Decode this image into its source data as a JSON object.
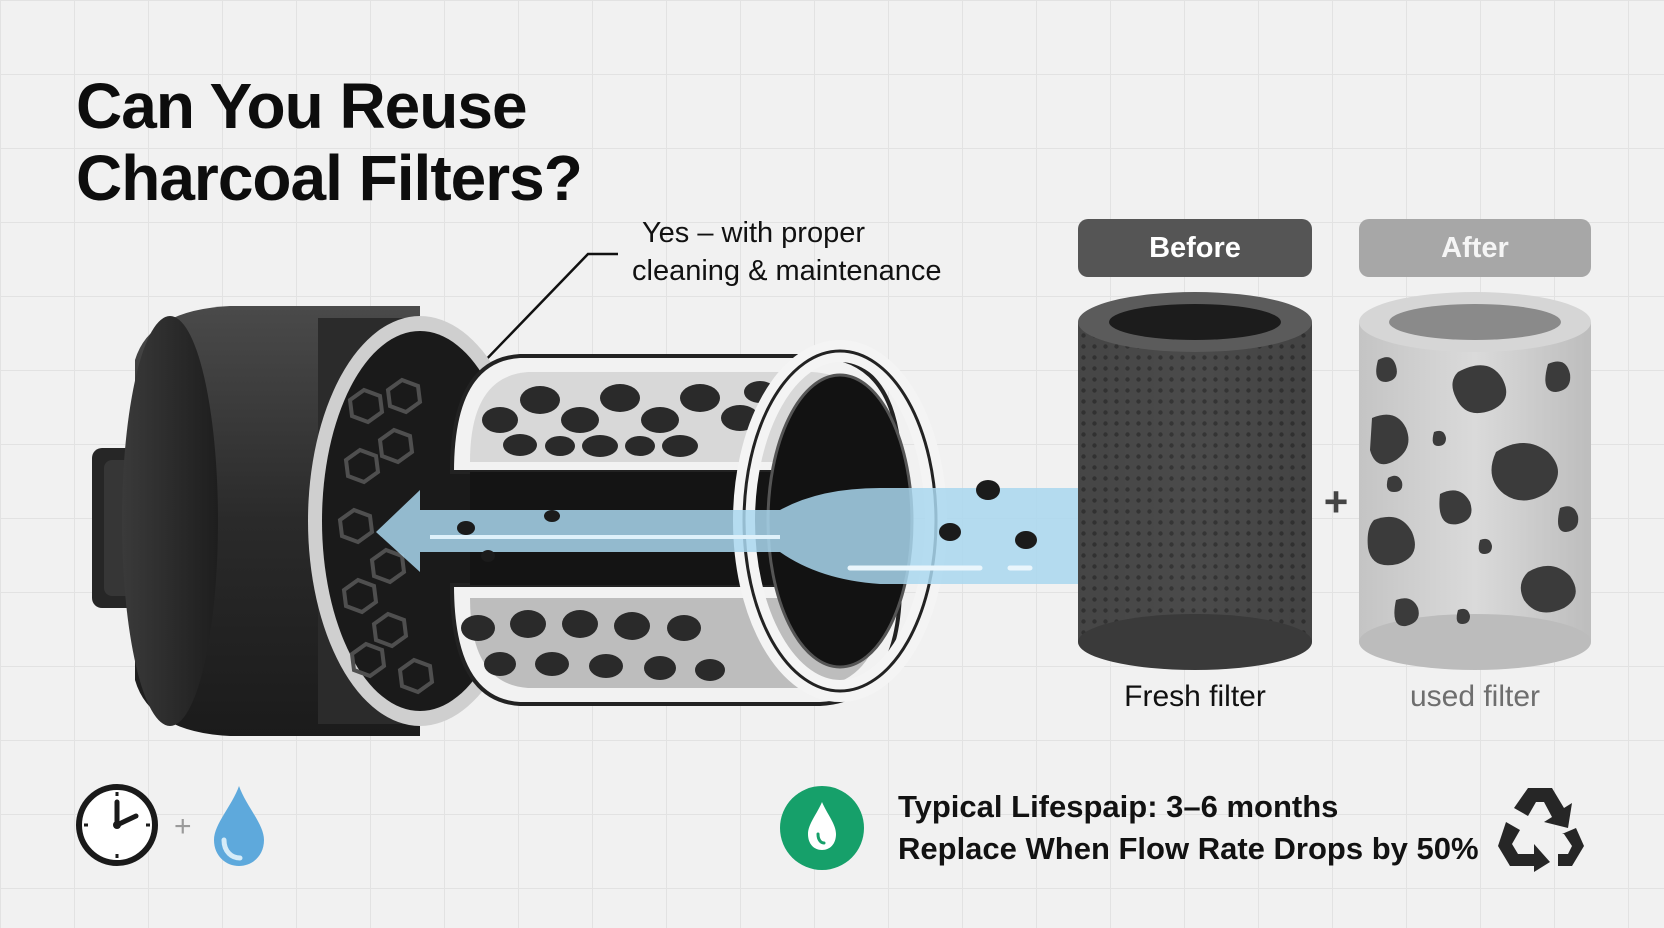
{
  "title": {
    "line1": "Can You Reuse",
    "line2": "Charcoal Filters?"
  },
  "callout": {
    "line1": "Yes – with proper",
    "line2": "cleaning & maintenance"
  },
  "comparison": {
    "before_label": "Before",
    "after_label": "After",
    "fresh_caption": "Fresh filter",
    "used_caption": "used filter",
    "plus_symbol": "+"
  },
  "footer": {
    "plus_symbol": "+",
    "lifespan_text": "Typical Lifespaip: 3–6 months",
    "replace_text": "Replace When Flow Rate Drops by 50%",
    "icons": [
      "clock-icon",
      "water-drop-icon",
      "water-drop-badge-icon",
      "recycle-icon"
    ]
  },
  "colors": {
    "badge_green": "#16a06a",
    "water_blue": "#5ea9dc",
    "flow_blue": "#a9d7ee",
    "fresh_filter": "#4a4a4a",
    "used_filter": "#cfcfcf",
    "stain": "#3b3b3b"
  }
}
